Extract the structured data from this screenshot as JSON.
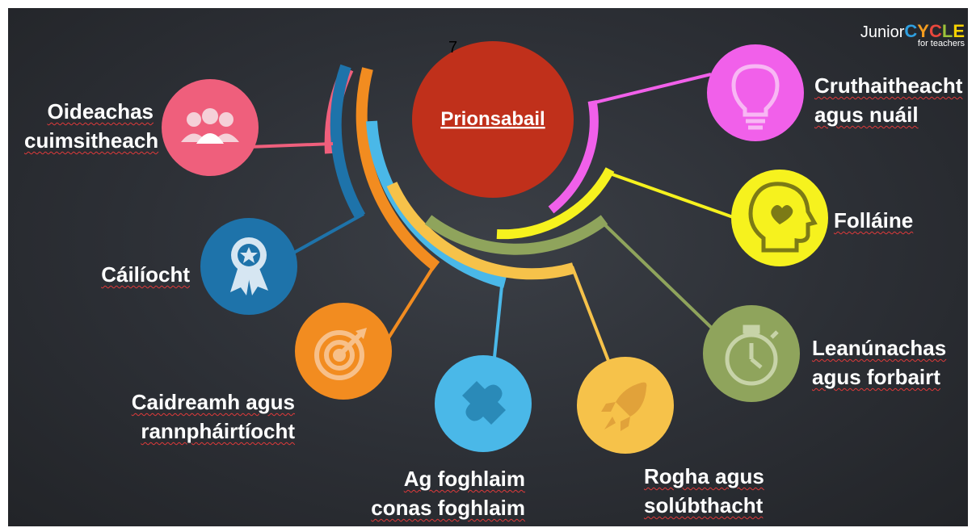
{
  "slide_number": "7",
  "logo": {
    "word1": "Junior",
    "word2": "CYCLE",
    "sub": "for teachers",
    "word2_colors": [
      "#2f9fe0",
      "#f39c1f",
      "#e8473c",
      "#9cc23a",
      "#f5d100"
    ]
  },
  "center": {
    "label": "Prionsabail",
    "color": "#c0301b"
  },
  "principles": [
    {
      "id": "inclusive",
      "line1": "Oideachas",
      "line2": "cuimsitheach",
      "color": "#ef5f7c",
      "icon": "people-icon"
    },
    {
      "id": "quality",
      "line1": "Cáilíocht",
      "line2": "",
      "color": "#1e73aa",
      "icon": "award-ribbon-icon"
    },
    {
      "id": "engagement",
      "line1": "Caidreamh agus",
      "line2": "rannpháirtíocht",
      "color": "#f28c20",
      "icon": "target-icon"
    },
    {
      "id": "learning",
      "line1": "Ag foghlaim",
      "line2": "conas foghlaim",
      "color": "#4ab8e8",
      "icon": "puzzle-icon"
    },
    {
      "id": "choice",
      "line1": "Rogha agus",
      "line2": "solúbthacht",
      "color": "#f6c24a",
      "icon": "rocket-icon"
    },
    {
      "id": "continuity",
      "line1": "Leanúnachas",
      "line2": "agus forbairt",
      "color": "#8fa45c",
      "icon": "stopwatch-icon"
    },
    {
      "id": "wellbeing",
      "line1": "Folláine",
      "line2": "",
      "color": "#f6f21e",
      "icon": "head-heart-icon"
    },
    {
      "id": "creativity",
      "line1": "Cruthaitheacht",
      "line2": "agus nuáil",
      "color": "#f160ea",
      "icon": "lightbulb-icon"
    }
  ]
}
